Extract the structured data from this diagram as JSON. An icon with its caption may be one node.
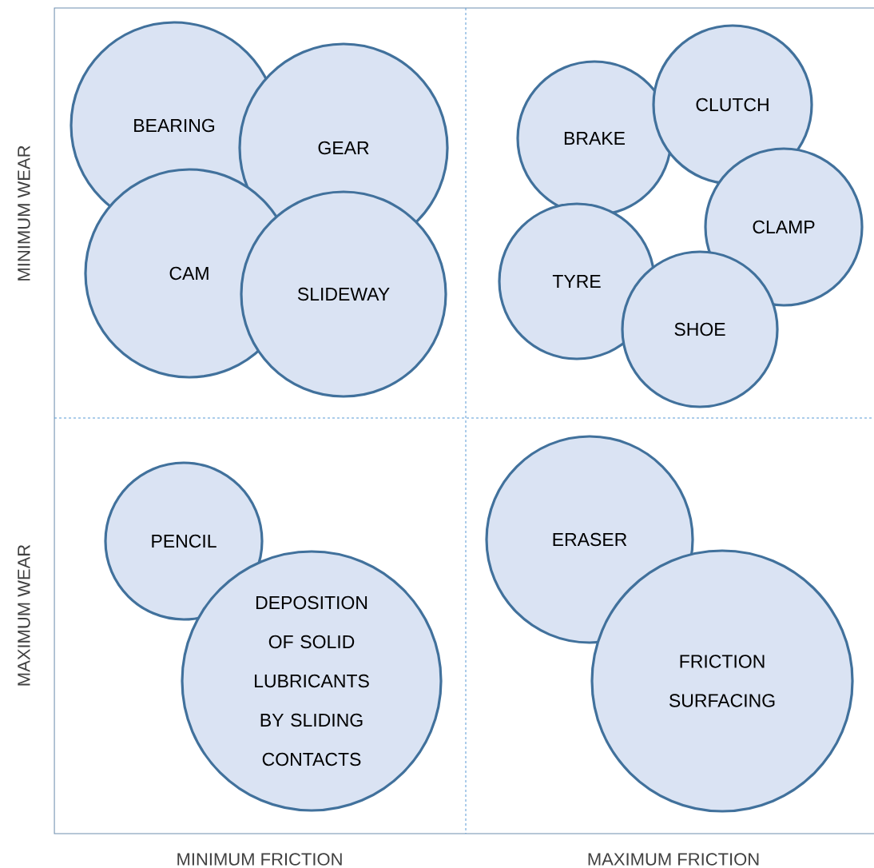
{
  "diagram": {
    "nodes": [
      {
        "text": [
          "BEARING"
        ]
      },
      {
        "text": [
          "GEAR"
        ]
      },
      {
        "text": [
          "CAM"
        ]
      },
      {
        "text": [
          "SLIDEWAY"
        ]
      },
      {
        "text": [
          "BRAKE"
        ]
      },
      {
        "text": [
          "CLUTCH"
        ]
      },
      {
        "text": [
          "CLAMP"
        ]
      },
      {
        "text": [
          "TYRE"
        ]
      },
      {
        "text": [
          "SHOE"
        ]
      },
      {
        "text": [
          "PENCIL"
        ]
      },
      {
        "text": [
          "DEPOSITION OF SOLID LUBRICANTS BY SLIDING CONTACTS"
        ]
      },
      {
        "text": [
          "ERASER"
        ]
      },
      {
        "text": [
          "FRICTION SURFACING"
        ]
      }
    ],
    "labels": [
      "MINIMUM WEAR",
      "MAXIMUM WEAR",
      "MINIMUM FRICTION",
      "MAXIMUM FRICTION"
    ]
  }
}
